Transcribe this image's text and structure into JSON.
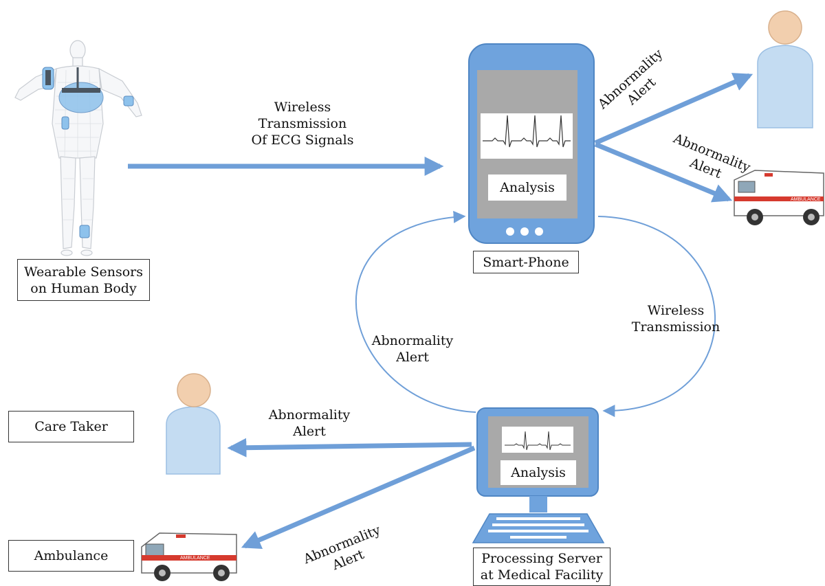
{
  "colors": {
    "arrow": "#6f9fd8",
    "device_frame": "#6fa3dd",
    "device_screen": "#a9a9a9",
    "person_body": "#c4dcf2",
    "person_head": "#f2cfae",
    "ambulance_stripe": "#d63a2e"
  },
  "sensors": {
    "label_line1": "Wearable Sensors",
    "label_line2": "on Human Body"
  },
  "smartphone": {
    "label": "Smart-Phone",
    "screen_label": "Analysis"
  },
  "server": {
    "label_line1": "Processing Server",
    "label_line2": "at Medical Facility",
    "screen_label": "Analysis"
  },
  "left_panel": {
    "care_taker": "Care Taker",
    "ambulance": "Ambulance"
  },
  "ambulance_text": "AMBULANCE",
  "arrows": {
    "wireless_ecg": {
      "line1": "Wireless",
      "line2": "Transmission",
      "line3": "Of ECG Signals"
    },
    "wireless_server": {
      "line1": "Wireless",
      "line2": "Transmission"
    },
    "alert_phone_person": {
      "line1": "Abnormality",
      "line2": "Alert"
    },
    "alert_phone_ambulance": {
      "line1": "Abnormality",
      "line2": "Alert"
    },
    "alert_server_phone": {
      "line1": "Abnormality",
      "line2": "Alert"
    },
    "alert_server_person": {
      "line1": "Abnormality",
      "line2": "Alert"
    },
    "alert_server_ambulance": {
      "line1": "Abnormality",
      "line2": "Alert"
    }
  }
}
